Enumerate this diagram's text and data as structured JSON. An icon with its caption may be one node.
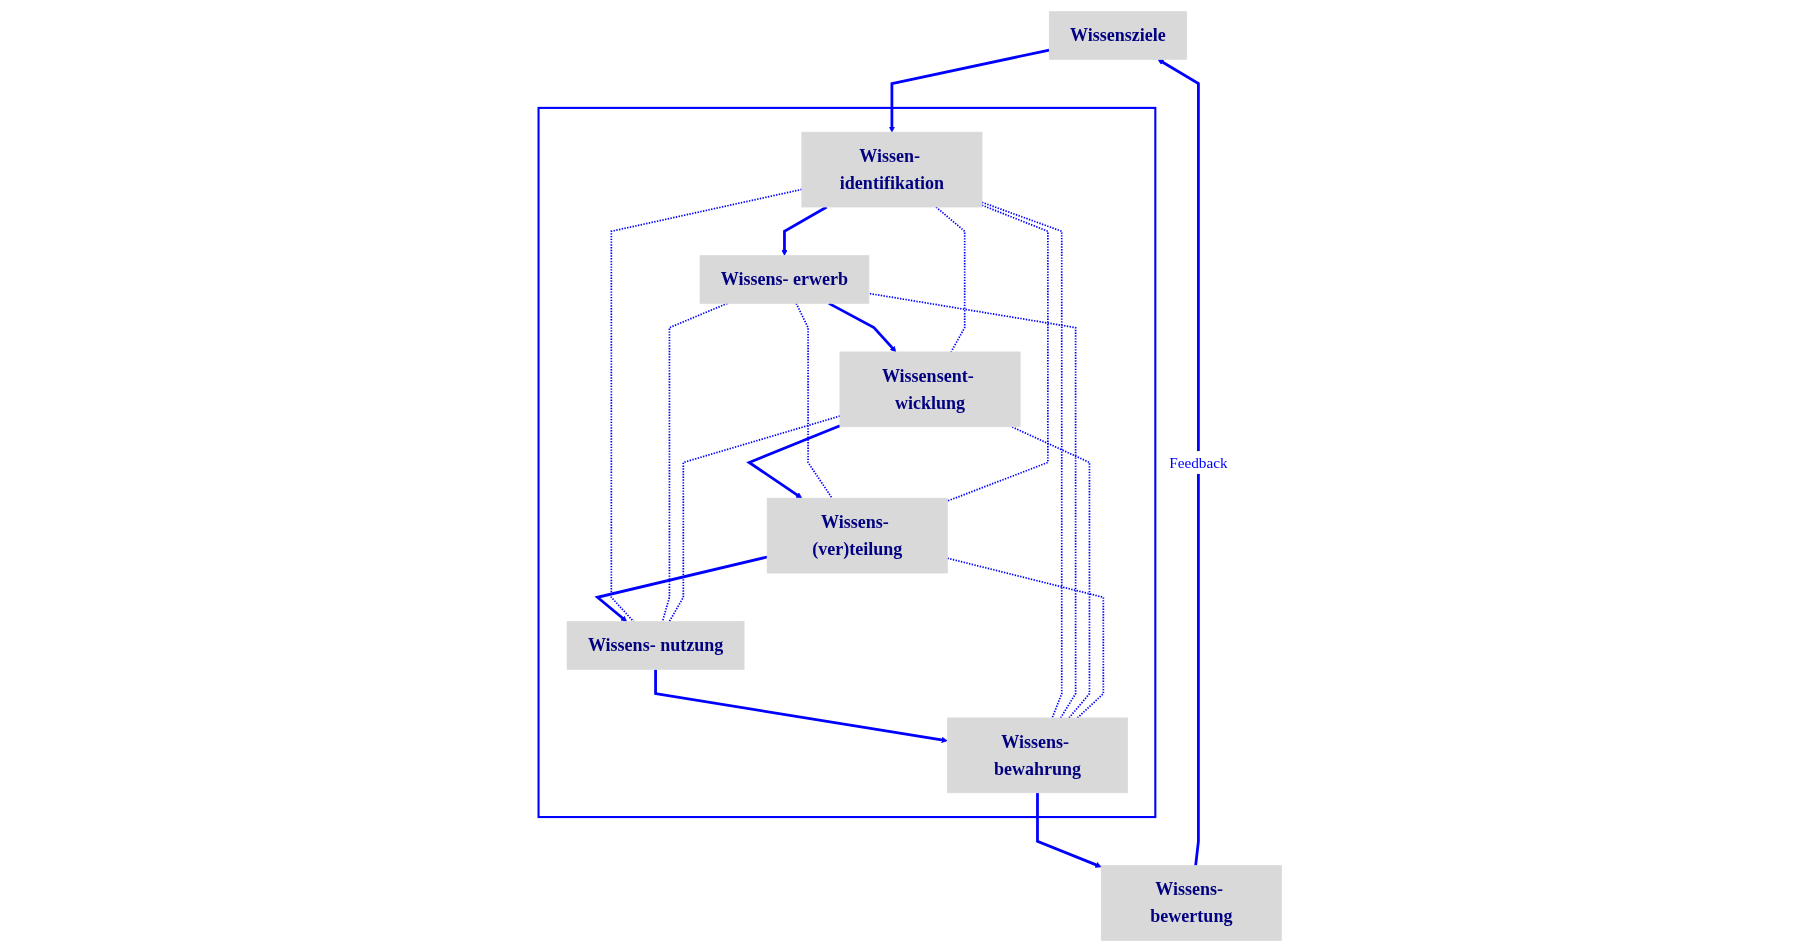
{
  "diagram": {
    "nodes": [
      {
        "text": [
          "Wissensziele"
        ]
      },
      {
        "text": [
          "Wissens- bewertung"
        ]
      },
      {
        "text": [],
        "shape": "box"
      },
      {
        "text": [
          "Wissen- identifikation"
        ],
        "in": 2
      },
      {
        "text": [
          "Wissens- bewahrung"
        ],
        "in": 2
      },
      {
        "text": [
          "Wissens- erwerb"
        ],
        "in": 2
      },
      {
        "text": [
          "Wissens- nutzung"
        ],
        "in": 2
      },
      {
        "text": [
          "Wissensent- wicklung"
        ],
        "in": 2
      },
      {
        "text": [
          "Wissens- (ver)teilung"
        ],
        "in": 2
      }
    ],
    "edges": [
      {
        "from": 1,
        "to": 0,
        "arrow": "to",
        "label": "Feedback"
      },
      {
        "from": 0,
        "to": 3,
        "arrow": "to"
      },
      {
        "from": 4,
        "to": 1,
        "arrow": "to"
      },
      {
        "from": 3,
        "to": 5,
        "arrow": "to"
      },
      {
        "from": 5,
        "to": 7,
        "arrow": "to"
      },
      {
        "from": 7,
        "to": 8,
        "arrow": "to"
      },
      {
        "from": 8,
        "to": 6,
        "arrow": "to"
      },
      {
        "from": 6,
        "to": 4,
        "arrow": "to"
      },
      {
        "from": 3,
        "to": 4,
        "arrow": "none",
        "style": "dashed"
      },
      {
        "from": 3,
        "to": 6,
        "arrow": "none",
        "style": "dashed"
      },
      {
        "from": 4,
        "to": 5,
        "arrow": "none",
        "style": "dashed"
      },
      {
        "from": 5,
        "to": 6,
        "arrow": "none",
        "style": "dashed"
      },
      {
        "from": 5,
        "to": 8,
        "arrow": "none",
        "style": "dashed"
      },
      {
        "from": 3,
        "to": 7,
        "arrow": "none",
        "style": "dashed"
      },
      {
        "from": 3,
        "to": 8,
        "arrow": "none",
        "style": "dashed"
      },
      {
        "from": 4,
        "to": 7,
        "arrow": "none",
        "style": "dashed"
      },
      {
        "from": 4,
        "to": 8,
        "arrow": "none",
        "style": "dashed"
      },
      {
        "from": 7,
        "to": 6,
        "arrow": "none",
        "style": "dashed"
      }
    ]
  }
}
